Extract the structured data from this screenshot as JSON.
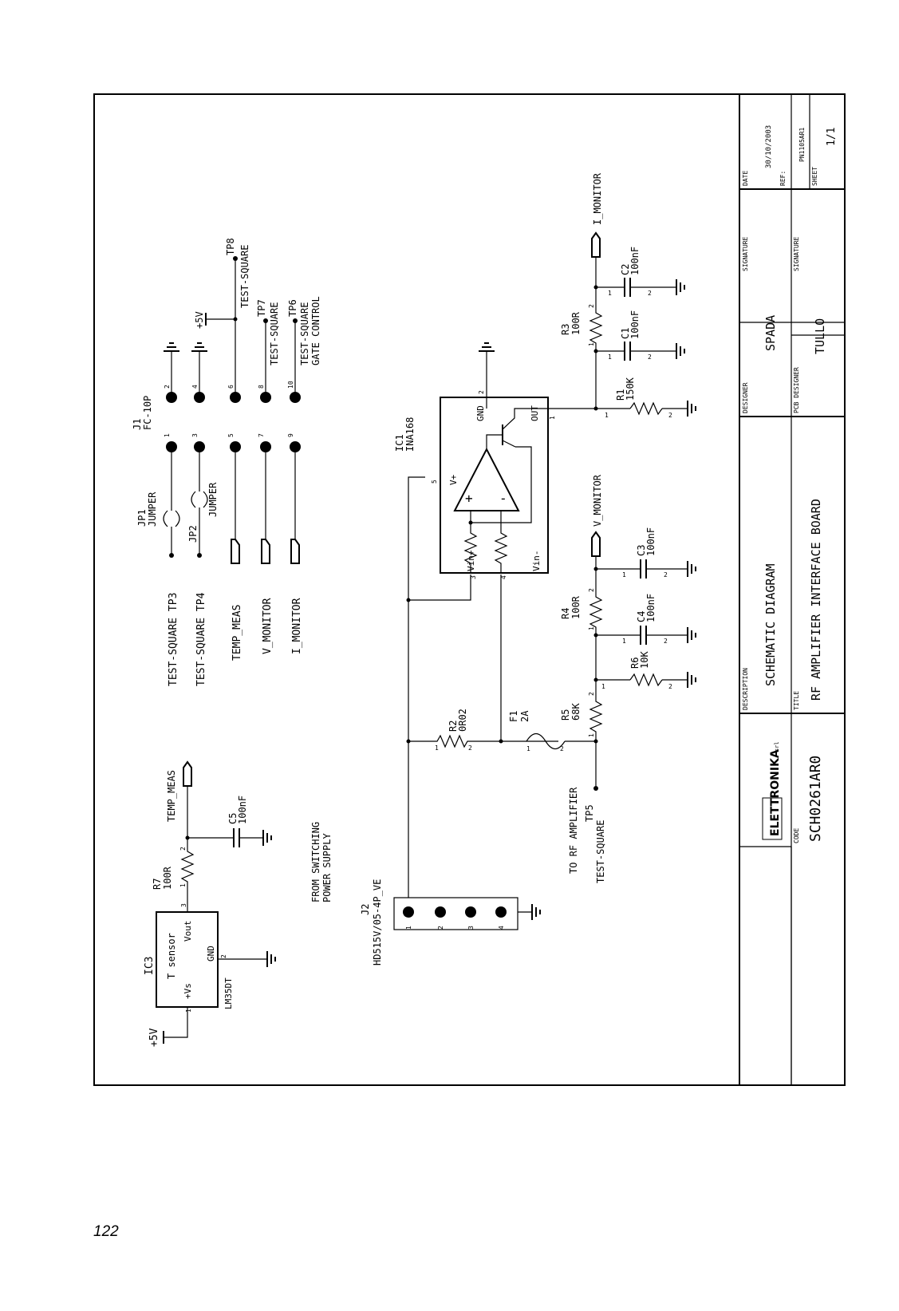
{
  "page_number": "122",
  "colors": {
    "ink": "#000000",
    "paper": "#ffffff"
  },
  "title_block": {
    "company_logo": "ELETTRONIKA",
    "logo_suffix": "srl",
    "code_label": "CODE",
    "code": "SCH0261AR0",
    "description_label": "DESCRIPTION",
    "description": "SCHEMATIC DIAGRAM",
    "title_label": "TITLE",
    "title": "RF AMPLIFIER INTERFACE BOARD",
    "designer_label": "DESIGNER",
    "designer": "SPADA",
    "pcb_designer_label": "PCB DESIGNER",
    "pcb_designer": "TULLO",
    "signature_label": "SIGNATURE",
    "signature2_label": "SIGNATURE",
    "date_label": "DATE",
    "date": "30/10/2003",
    "ref_label": "REF:",
    "ref": "PN1105AR1",
    "sheet_label": "SHEET",
    "sheet": "1/1"
  },
  "schematic": {
    "ic3": {
      "ref": "IC3",
      "part": "LM35DT",
      "function": "T sensor",
      "pin_vs": "+Vs",
      "pin_vout": "Vout",
      "pin_gnd": "GND",
      "pins": [
        "1",
        "2",
        "3"
      ]
    },
    "supply_5v_left": "+5V",
    "r7": {
      "ref": "R7",
      "value": "100R"
    },
    "c5": {
      "ref": "C5",
      "value": "100nF"
    },
    "temp_meas_left": "TEMP_MEAS",
    "from_switching_1": "FROM SWITCHING",
    "from_switching_2": "POWER SUPPLY",
    "j2": {
      "ref": "J2",
      "part": "HD515V/05-4P_VE",
      "pins": [
        "1",
        "2",
        "3",
        "4"
      ]
    },
    "r2": {
      "ref": "R2",
      "value": "0R02"
    },
    "f1": {
      "ref": "F1",
      "value": "2A"
    },
    "r5": {
      "ref": "R5",
      "value": "68K"
    },
    "tp5": {
      "ref": "TP5",
      "type": "TEST-SQUARE"
    },
    "to_rf_amplifier": "TO RF AMPLIFIER",
    "r6": {
      "ref": "R6",
      "value": "10K"
    },
    "r4": {
      "ref": "R4",
      "value": "100R"
    },
    "c4": {
      "ref": "C4",
      "value": "100nF"
    },
    "c3": {
      "ref": "C3",
      "value": "100nF"
    },
    "v_monitor_right": "V_MONITOR",
    "ic1": {
      "ref": "IC1",
      "part": "INA168",
      "vin_plus": "Vin+",
      "vin_minus": "Vin-",
      "vplus": "V+",
      "gnd": "GND",
      "out": "OUT",
      "plus": "+",
      "minus": "-"
    },
    "r1": {
      "ref": "R1",
      "value": "150K"
    },
    "r3": {
      "ref": "R3",
      "value": "100R"
    },
    "c1": {
      "ref": "C1",
      "value": "100nF"
    },
    "c2": {
      "ref": "C2",
      "value": "100nF"
    },
    "i_monitor_right": "I_MONITOR",
    "j1": {
      "ref": "J1",
      "part": "FC-10P",
      "pins": [
        "1",
        "2",
        "3",
        "4",
        "5",
        "6",
        "7",
        "8",
        "9",
        "10"
      ]
    },
    "jp1": {
      "ref": "JP1",
      "type": "JUMPER"
    },
    "jp2": {
      "ref": "JP2",
      "type": "JUMPER"
    },
    "tp3_label": "TEST-SQUARE TP3",
    "tp4_label": "TEST-SQUARE TP4",
    "temp_meas_conn": "TEMP_MEAS",
    "v_monitor_conn": "V_MONITOR",
    "i_monitor_conn": "I_MONITOR",
    "supply_5v_conn": "+5V",
    "tp8": {
      "ref": "TP8",
      "type": "TEST-SQUARE"
    },
    "tp7": {
      "ref": "TP7",
      "type": "TEST-SQUARE"
    },
    "tp6": {
      "ref": "TP6",
      "type": "TEST-SQUARE",
      "note": "GATE CONTROL"
    },
    "cap_pins": [
      "1",
      "2"
    ]
  }
}
